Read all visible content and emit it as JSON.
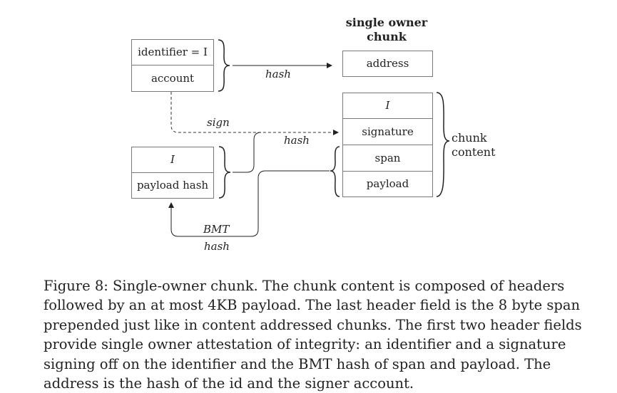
{
  "diagram": {
    "title_line1": "single owner",
    "title_line2": "chunk",
    "left_top": {
      "identifier": "identifier = I",
      "account": "account"
    },
    "left_bottom": {
      "I": "I",
      "payload_hash": "payload hash"
    },
    "right_top": {
      "address": "address"
    },
    "right_chunk": {
      "I": "I",
      "signature": "signature",
      "span": "span",
      "payload": "payload"
    },
    "labels": {
      "hash_top": "hash",
      "sign": "sign",
      "hash_mid": "hash",
      "chunk_content_1": "chunk",
      "chunk_content_2": "content",
      "bmt": "BMT",
      "hash_bottom": "hash"
    }
  },
  "caption": {
    "line1": "Figure 8:  Single-owner chunk.  The chunk content is composed of headers",
    "line2": "followed by an at most 4KB payload. The last header field is the 8 byte span",
    "line3": "prepended just like in content addressed chunks. The first two header fields",
    "line4": "provide single owner attestation of integrity:  an identifier and a signature",
    "line5": "signing off on the identifier and the BMT hash of span and payload.  The",
    "line6": "address is the hash of the id and the signer account."
  }
}
